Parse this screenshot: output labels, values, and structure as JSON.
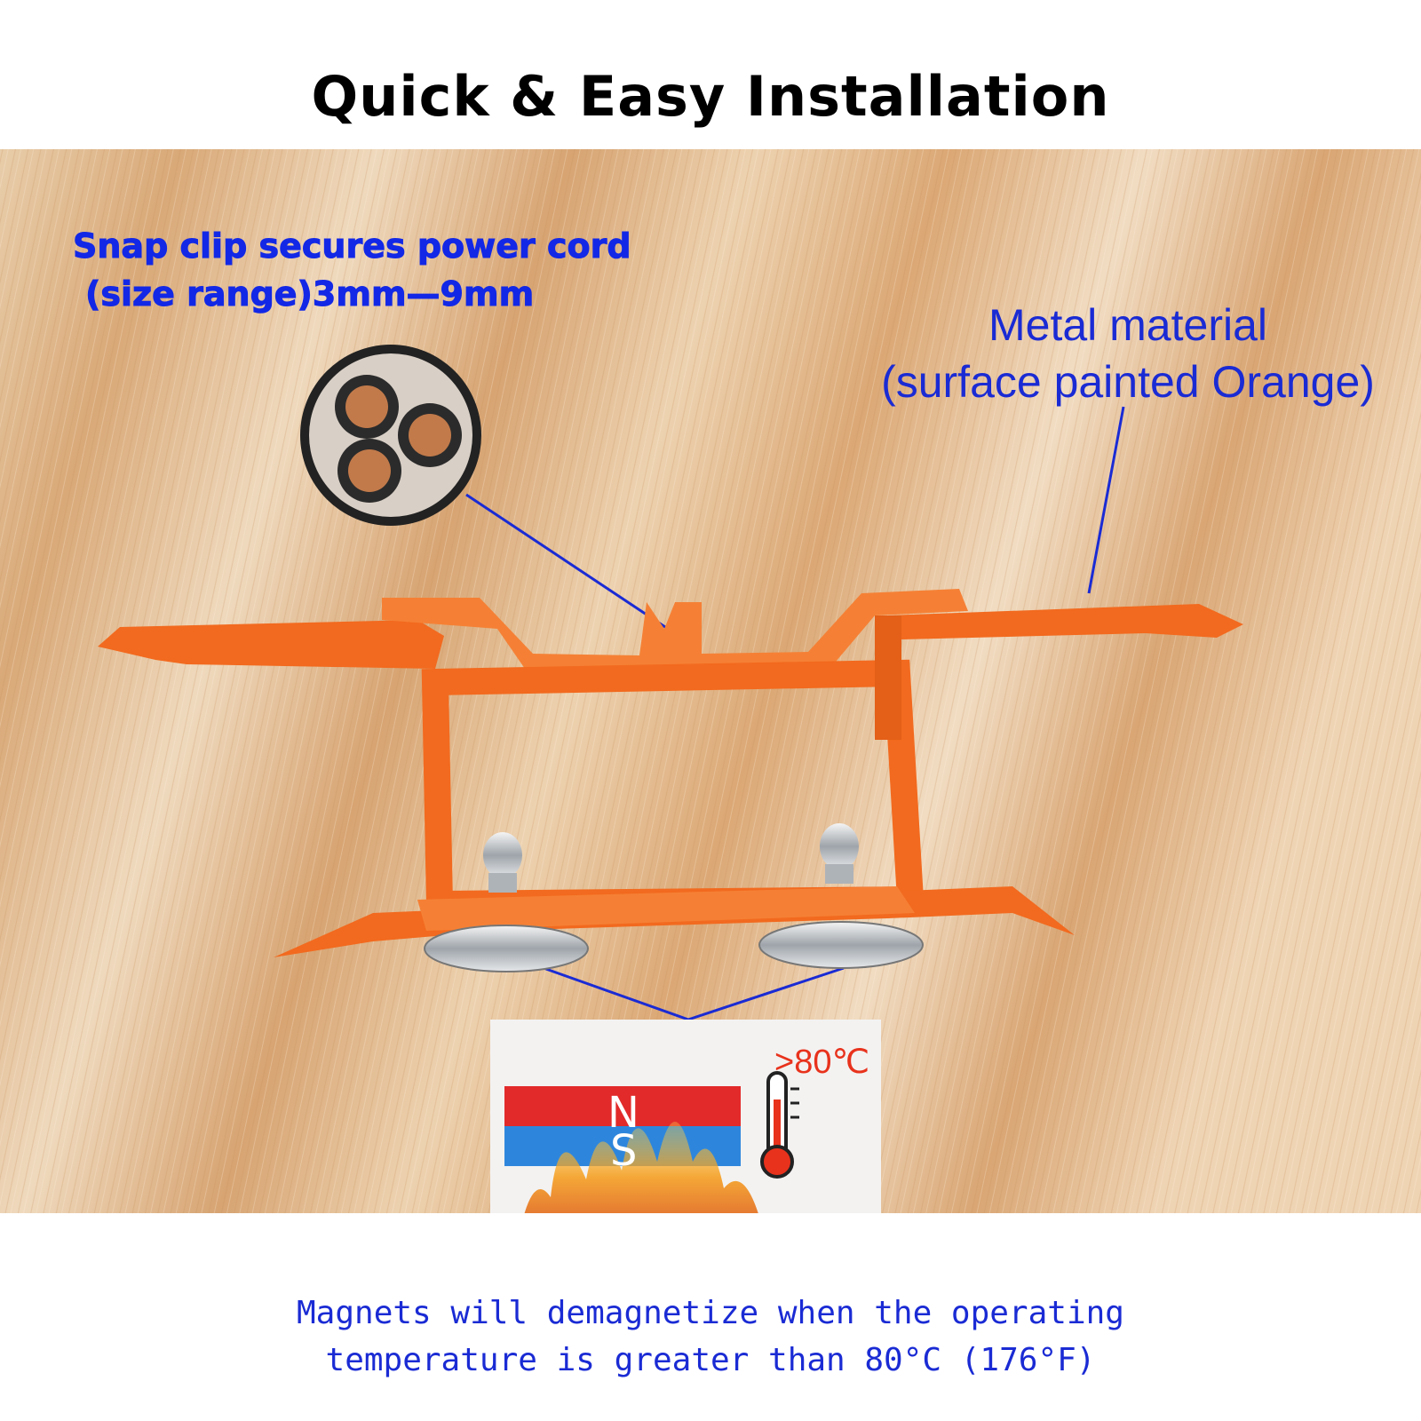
{
  "title": "Quick & Easy Installation",
  "callouts": {
    "cord_line1": "Snap clip secures power cord",
    "cord_line2": "(size range)3mm—9mm",
    "metal_line1": "Metal material",
    "metal_line2": "(surface painted Orange)"
  },
  "warning": {
    "temp_label": ">80℃",
    "north": "N",
    "south": "S",
    "line1": "Magnets will demagnetize when the operating",
    "line2": "temperature is greater than 80°C (176°F)"
  },
  "colors": {
    "callout_blue": "#1a2bd4",
    "bracket_orange": "#f26a1f",
    "wood": "#e9c9a3",
    "warning_red": "#e8321c"
  }
}
